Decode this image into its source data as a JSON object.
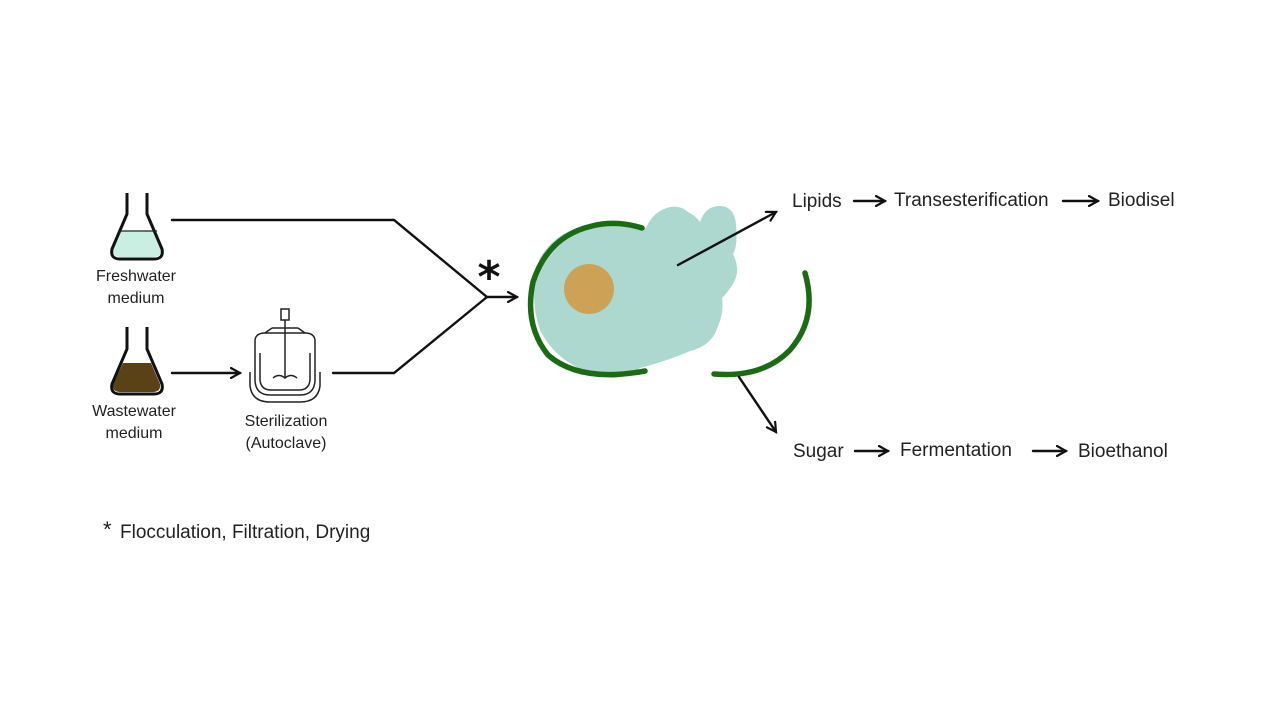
{
  "sources": {
    "freshwater": {
      "line1": "Freshwater",
      "line2": "medium"
    },
    "wastewater": {
      "line1": "Wastewater",
      "line2": "medium"
    }
  },
  "sterilization": {
    "line1": "Sterilization",
    "line2": "(Autoclave)"
  },
  "process_marker": "*",
  "footnote": {
    "marker": "*",
    "text": "Flocculation, Filtration, Drying"
  },
  "outputs": {
    "lipids": {
      "start": "Lipids",
      "step": "Transesterification",
      "product": "Biodisel"
    },
    "sugar": {
      "start": "Sugar",
      "step": "Fermentation",
      "product": "Bioethanol"
    }
  },
  "colors": {
    "freshwater_fill": "#c9eee2",
    "wastewater_fill": "#5a4216",
    "cell_body": "#acd8cf",
    "cell_wall": "#1a6b12",
    "nucleus": "#cda256"
  }
}
